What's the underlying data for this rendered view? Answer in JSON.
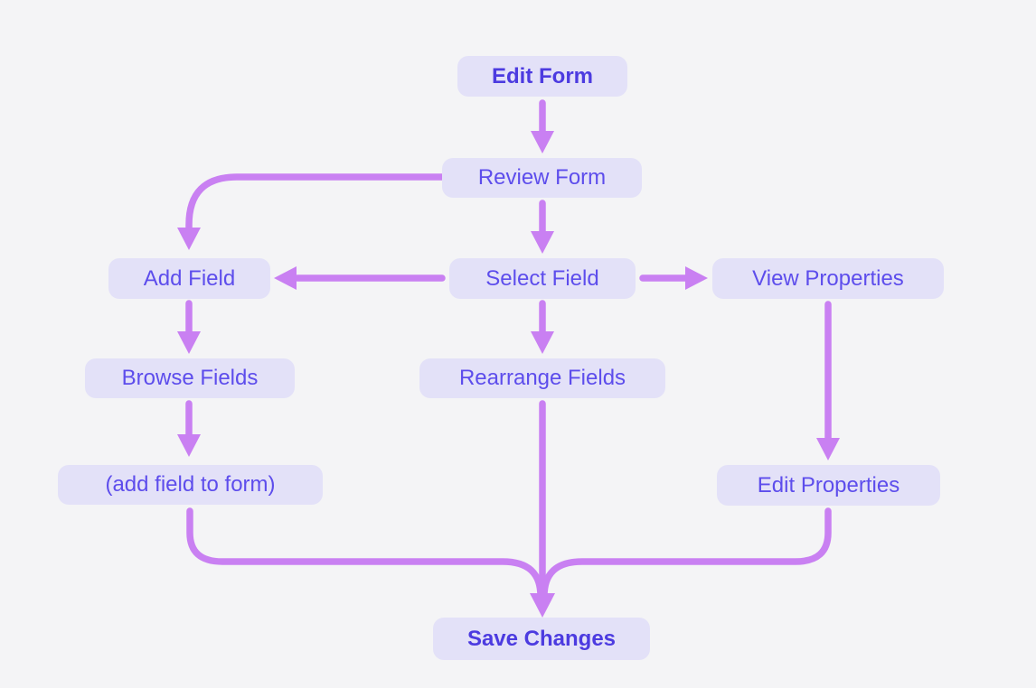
{
  "diagram": {
    "type": "flowchart",
    "title": "Edit Form workflow",
    "colors": {
      "background": "#f4f4f6",
      "node_fill": "#e3e1f8",
      "node_text": "#5d4dec",
      "node_text_bold": "#4c3be0",
      "arrow": "#c980f2"
    },
    "nodes": [
      {
        "id": "edit-form",
        "label": "Edit Form",
        "emphasis": "bold"
      },
      {
        "id": "review-form",
        "label": "Review Form",
        "emphasis": "normal"
      },
      {
        "id": "add-field",
        "label": "Add Field",
        "emphasis": "normal"
      },
      {
        "id": "select-field",
        "label": "Select Field",
        "emphasis": "normal"
      },
      {
        "id": "view-properties",
        "label": "View Properties",
        "emphasis": "normal"
      },
      {
        "id": "browse-fields",
        "label": "Browse Fields",
        "emphasis": "normal"
      },
      {
        "id": "rearrange-fields",
        "label": "Rearrange Fields",
        "emphasis": "normal"
      },
      {
        "id": "add-field-to-form",
        "label": "(add field to form)",
        "emphasis": "normal"
      },
      {
        "id": "edit-properties",
        "label": "Edit Properties",
        "emphasis": "normal"
      },
      {
        "id": "save-changes",
        "label": "Save Changes",
        "emphasis": "bold"
      }
    ],
    "edges": [
      {
        "from": "edit-form",
        "to": "review-form"
      },
      {
        "from": "review-form",
        "to": "select-field"
      },
      {
        "from": "review-form",
        "to": "add-field"
      },
      {
        "from": "select-field",
        "to": "add-field"
      },
      {
        "from": "select-field",
        "to": "view-properties"
      },
      {
        "from": "add-field",
        "to": "browse-fields"
      },
      {
        "from": "select-field",
        "to": "rearrange-fields"
      },
      {
        "from": "browse-fields",
        "to": "add-field-to-form"
      },
      {
        "from": "view-properties",
        "to": "edit-properties"
      },
      {
        "from": "add-field-to-form",
        "to": "save-changes"
      },
      {
        "from": "rearrange-fields",
        "to": "save-changes"
      },
      {
        "from": "edit-properties",
        "to": "save-changes"
      }
    ]
  }
}
